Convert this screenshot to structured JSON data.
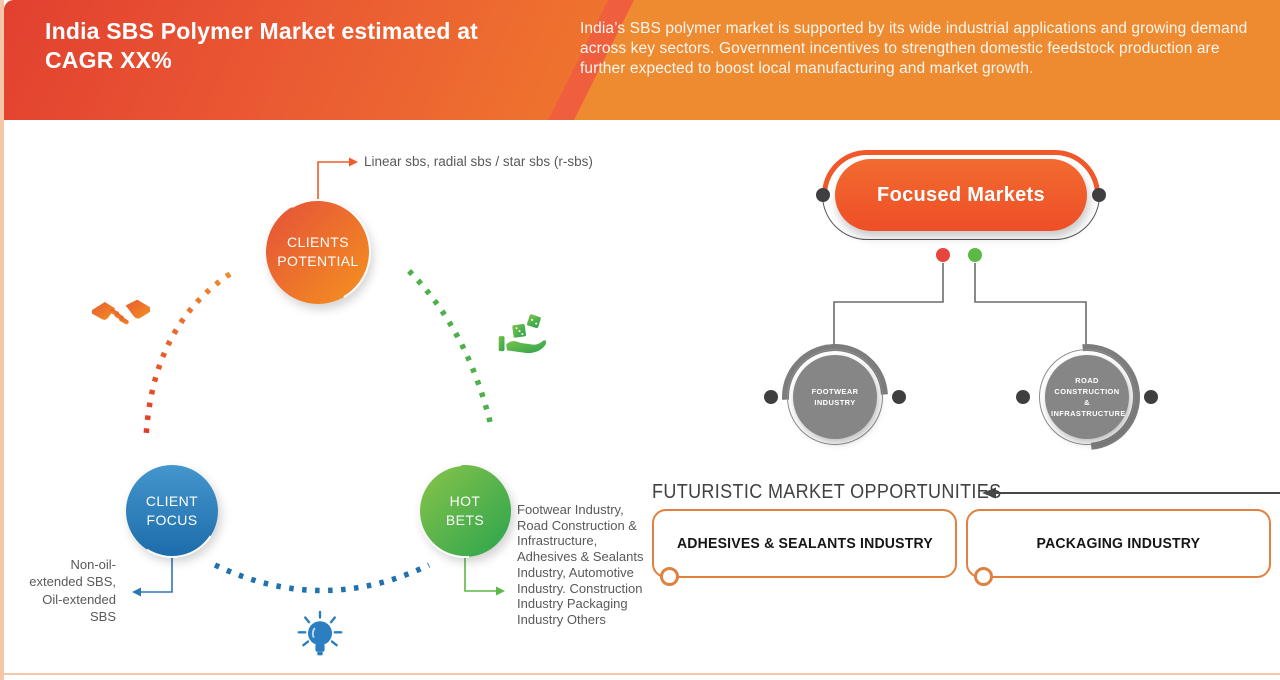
{
  "header": {
    "title": "India SBS Polymer Market estimated at CAGR XX%",
    "description": "India’s SBS polymer market is supported by its wide industrial applications and growing demand across key sectors. Government incentives to strengthen domestic feedstock production are further expected to boost local manufacturing and market growth."
  },
  "cycle": {
    "nodes": [
      {
        "label": "CLIENTS POTENTIAL",
        "annotation": "Linear sbs, radial sbs / star sbs (r-sbs)"
      },
      {
        "label": "CLIENT FOCUS",
        "annotation": "Non-oil-extended SBS, Oil-extended SBS"
      },
      {
        "label": "HOT BETS",
        "annotation": "Footwear Industry, Road Construction & Infrastructure, Adhesives & Sealants Industry, Automotive Industry. Construction Industry Packaging Industry Others"
      }
    ],
    "icons": [
      "handshake-icon",
      "dice-hand-icon",
      "lightbulb-icon"
    ]
  },
  "focused_markets": {
    "title": "Focused Markets",
    "markets": [
      {
        "label": "FOOTWEAR INDUSTRY"
      },
      {
        "label": "ROAD CONSTRUCTION & INFRASTRUCTURE"
      }
    ]
  },
  "opportunities": {
    "heading": "FUTURISTIC MARKET OPPORTUNITIES",
    "items": [
      {
        "label": "ADHESIVES & SEALANTS INDUSTRY"
      },
      {
        "label": "PACKAGING INDUSTRY"
      }
    ]
  },
  "colors": {
    "accent_orange": "#f15a29",
    "accent_blue": "#2e77b5",
    "accent_green": "#4cb04a",
    "header_orange": "#ee8a2f",
    "header_red": "#e2402f",
    "gray_circle": "#868686",
    "border_salmon": "#f6c6a8",
    "dot_red": "#e8453c",
    "dot_green": "#5cb946"
  }
}
